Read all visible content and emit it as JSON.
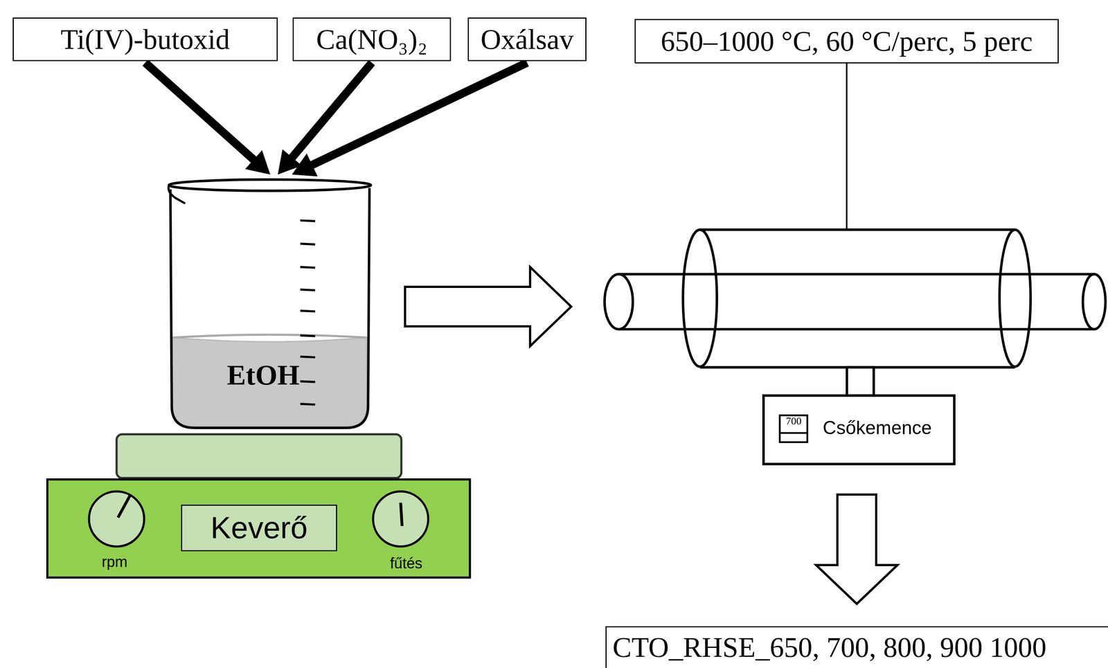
{
  "diagram": {
    "nodes": [
      {
        "text": [
          "Ti(IV)-butoxid"
        ]
      },
      {
        "text": [
          "Ca(NO₃)₂"
        ]
      },
      {
        "text": [
          "Oxálsav"
        ]
      },
      {
        "text": [
          "650–1000 °C, 60 °C/perc, 5 perc"
        ]
      },
      {
        "text": [
          "EtOH"
        ]
      },
      {
        "text": [
          "Csőkemence"
        ]
      },
      {
        "text": [
          "Keverő"
        ]
      },
      {
        "text": [
          "CTO_RHSE_650, 700, 800, 900 1000"
        ]
      }
    ],
    "edges": [
      {
        "from": 0,
        "to": 4,
        "arrow": "to"
      },
      {
        "from": 1,
        "to": 4,
        "arrow": "to"
      },
      {
        "from": 2,
        "to": 4,
        "arrow": "to"
      },
      {
        "from": 4,
        "to": 5,
        "arrow": "to"
      },
      {
        "from": 3,
        "to": 5,
        "arrow": "none"
      },
      {
        "from": 5,
        "to": 7,
        "arrow": "to"
      }
    ],
    "labels": [
      "700",
      "rpm",
      "fűtés"
    ]
  }
}
